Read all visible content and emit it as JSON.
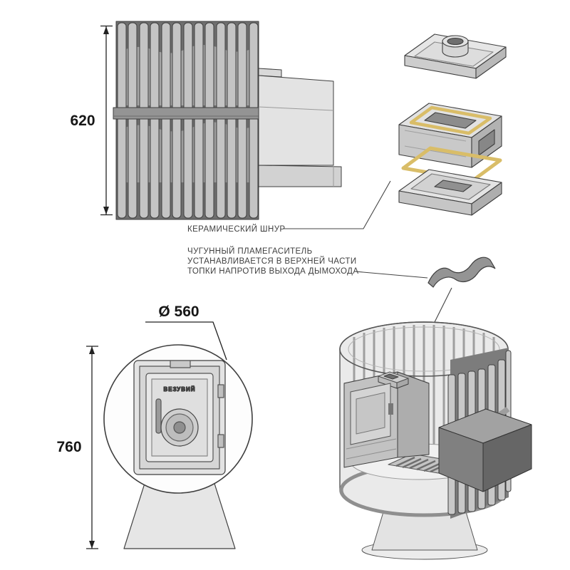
{
  "colors": {
    "background": "#ffffff",
    "line": "#3a3a3a",
    "metal_light": "#e6e6e6",
    "metal_mid": "#c6c6c6",
    "metal_dark": "#8a8a8a",
    "gasket_yellow": "#d9bd68"
  },
  "dimensions": {
    "cage_height": "620",
    "diameter": "Ø 560",
    "total_height": "760"
  },
  "annotations": {
    "ceramic_cord": "КЕРАМИЧЕСКИЙ ШНУР",
    "flame_note_line1": "ЧУГУННЫЙ ПЛАМЕГАСИТЕЛЬ",
    "flame_note_line2": "УСТАНАВЛИВАЕТСЯ В ВЕРХНЕЙ ЧАСТИ",
    "flame_note_line3": "ТОПКИ НАПРОТИВ ВЫХОДА ДЫМОХОДА"
  },
  "branding": {
    "door_logo": "ВЕЗУВИЙ"
  }
}
